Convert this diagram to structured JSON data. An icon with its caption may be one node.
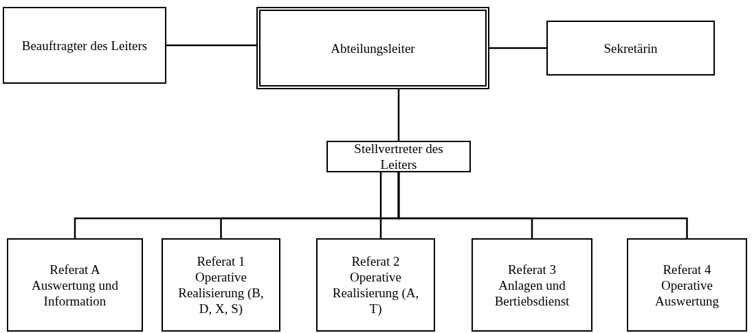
{
  "diagram": {
    "nodes": [
      {
        "text": [
          "Beauftragter des Leiters"
        ]
      },
      {
        "text": [
          "Abteilungsleiter"
        ]
      },
      {
        "text": [
          "Sekretärin"
        ]
      },
      {
        "text": [
          "Stellvertreter des Leiters"
        ]
      },
      {
        "text": [
          "Referat A",
          "Auswertung und Information"
        ]
      },
      {
        "text": [
          "Referat 1",
          "Operative Realisierung (B, D, X, S)"
        ]
      },
      {
        "text": [
          "Referat 2",
          "Operative Realisierung (A, T)"
        ]
      },
      {
        "text": [
          "Referat 3",
          "Anlagen und Bertiebsdienst"
        ]
      },
      {
        "text": [
          "Referat 4",
          "Operative Auswertung"
        ]
      }
    ],
    "edges": [
      {
        "from": 0,
        "to": 1,
        "arrow": "none"
      },
      {
        "from": 1,
        "to": 2,
        "arrow": "none"
      },
      {
        "from": 1,
        "to": 3,
        "arrow": "none"
      },
      {
        "from": 3,
        "to": 4,
        "arrow": "none"
      },
      {
        "from": 3,
        "to": 5,
        "arrow": "none"
      },
      {
        "from": 3,
        "to": 6,
        "arrow": "none"
      },
      {
        "from": 3,
        "to": 7,
        "arrow": "none"
      },
      {
        "from": 3,
        "to": 8,
        "arrow": "none"
      }
    ]
  }
}
